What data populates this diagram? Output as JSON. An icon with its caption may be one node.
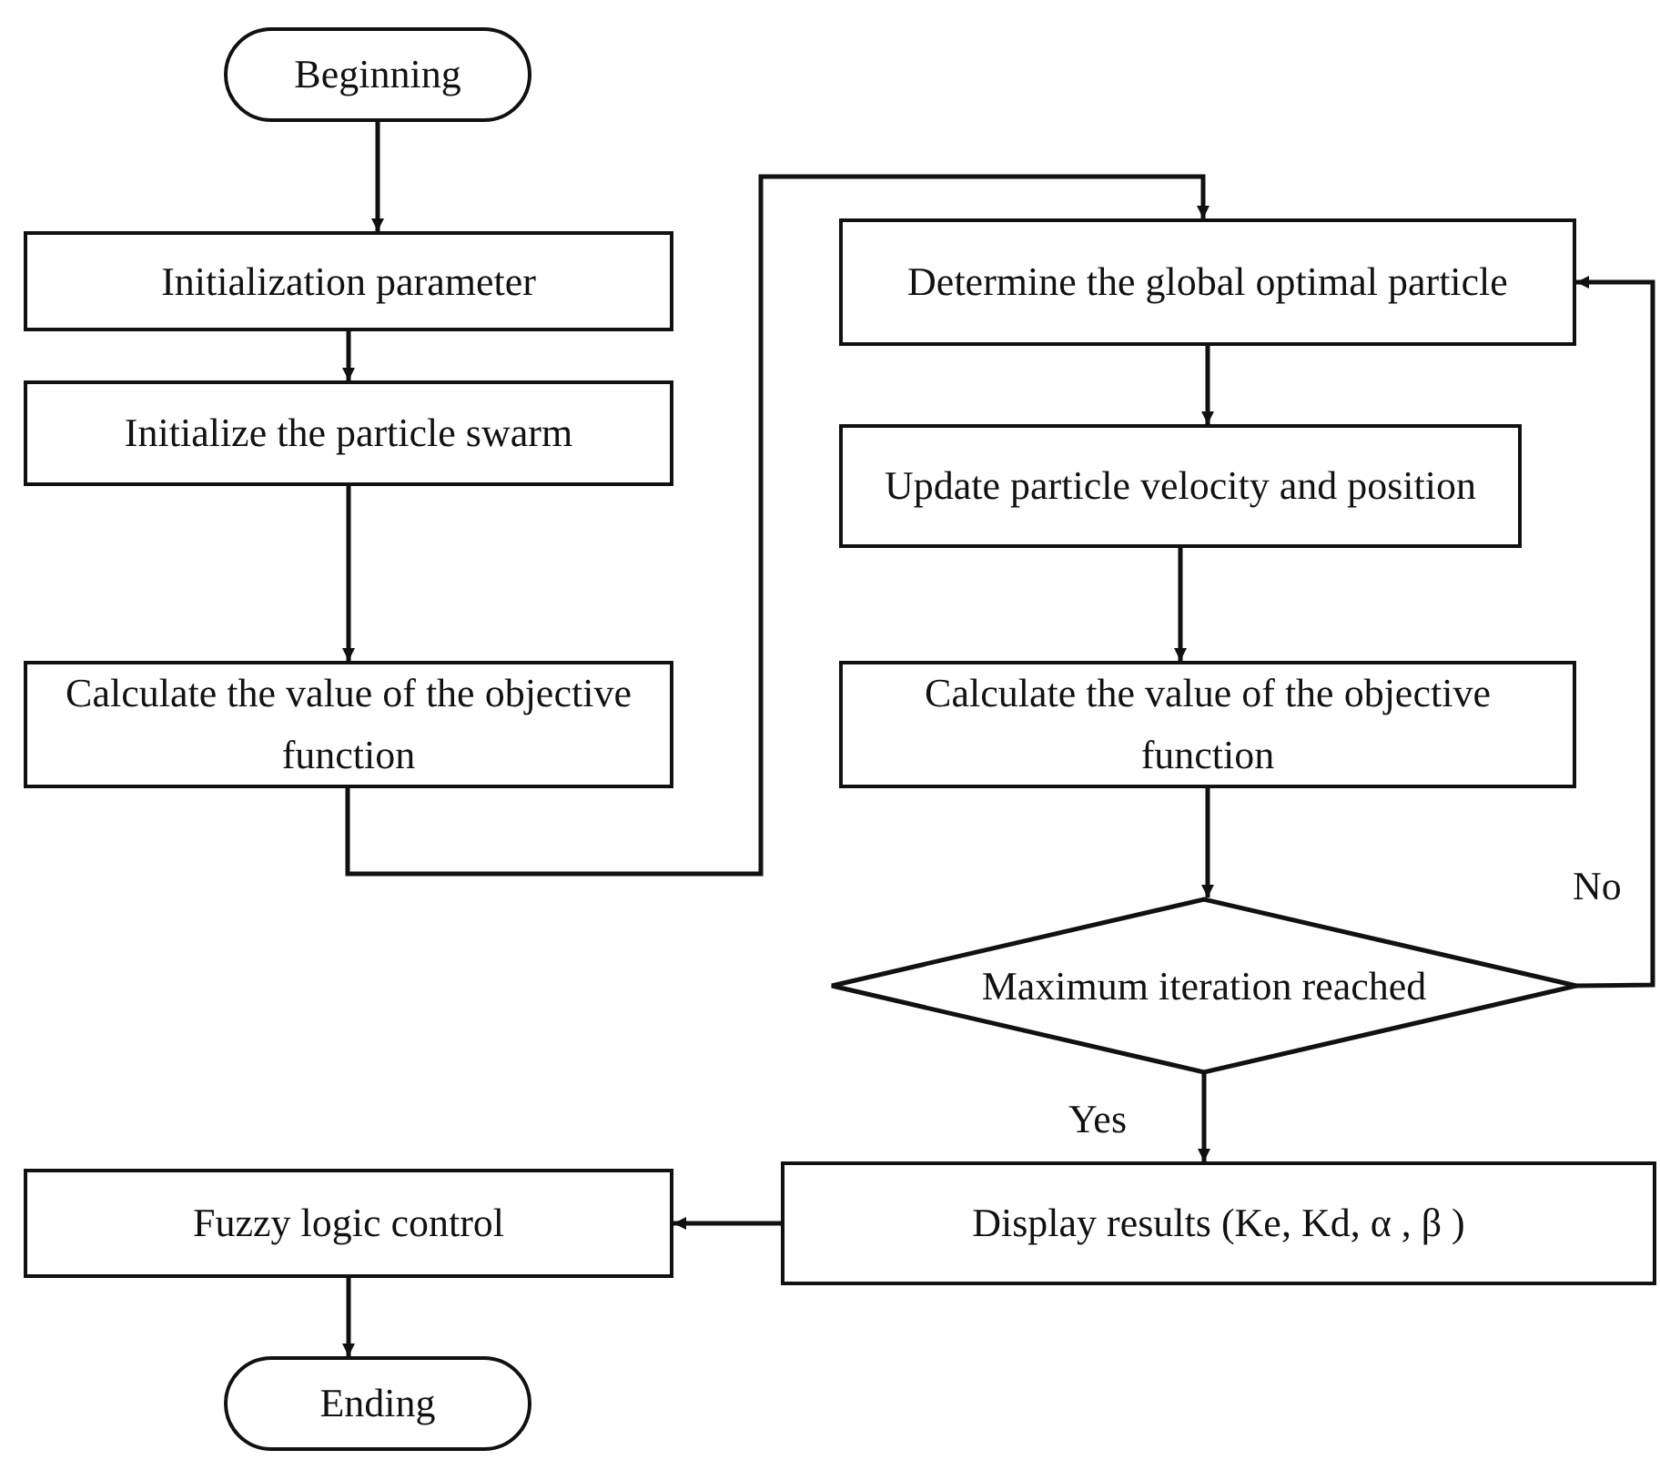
{
  "diagram": {
    "nodes": [
      {
        "text": [
          "Beginning"
        ]
      },
      {
        "text": [
          "Initialization parameter"
        ]
      },
      {
        "text": [
          "Initialize the particle swarm"
        ]
      },
      {
        "text": [
          "Calculate the value of the objective function"
        ]
      },
      {
        "text": [
          "Determine the global optimal particle"
        ]
      },
      {
        "text": [
          "Update particle velocity and position"
        ]
      },
      {
        "text": [
          "Calculate the value of the objective function"
        ]
      },
      {
        "text": [
          "Maximum iteration reached"
        ]
      },
      {
        "text": [
          "Display results (Ke, Kd, α , β )"
        ]
      },
      {
        "text": [
          "Fuzzy logic control"
        ]
      },
      {
        "text": [
          "Ending"
        ]
      }
    ],
    "edges": [
      {
        "from": 0,
        "to": 1,
        "arrow": "to"
      },
      {
        "from": 1,
        "to": 2,
        "arrow": "to"
      },
      {
        "from": 2,
        "to": 3,
        "arrow": "to"
      },
      {
        "from": 3,
        "to": 4,
        "arrow": "to"
      },
      {
        "from": 4,
        "to": 5,
        "arrow": "to"
      },
      {
        "from": 5,
        "to": 6,
        "arrow": "to"
      },
      {
        "from": 6,
        "to": 7,
        "arrow": "to"
      },
      {
        "from": 7,
        "to": 8,
        "arrow": "to",
        "label": "Yes"
      },
      {
        "from": 7,
        "to": 4,
        "arrow": "to",
        "label": "No"
      },
      {
        "from": 8,
        "to": 9,
        "arrow": "to"
      },
      {
        "from": 9,
        "to": 10,
        "arrow": "to"
      }
    ]
  }
}
